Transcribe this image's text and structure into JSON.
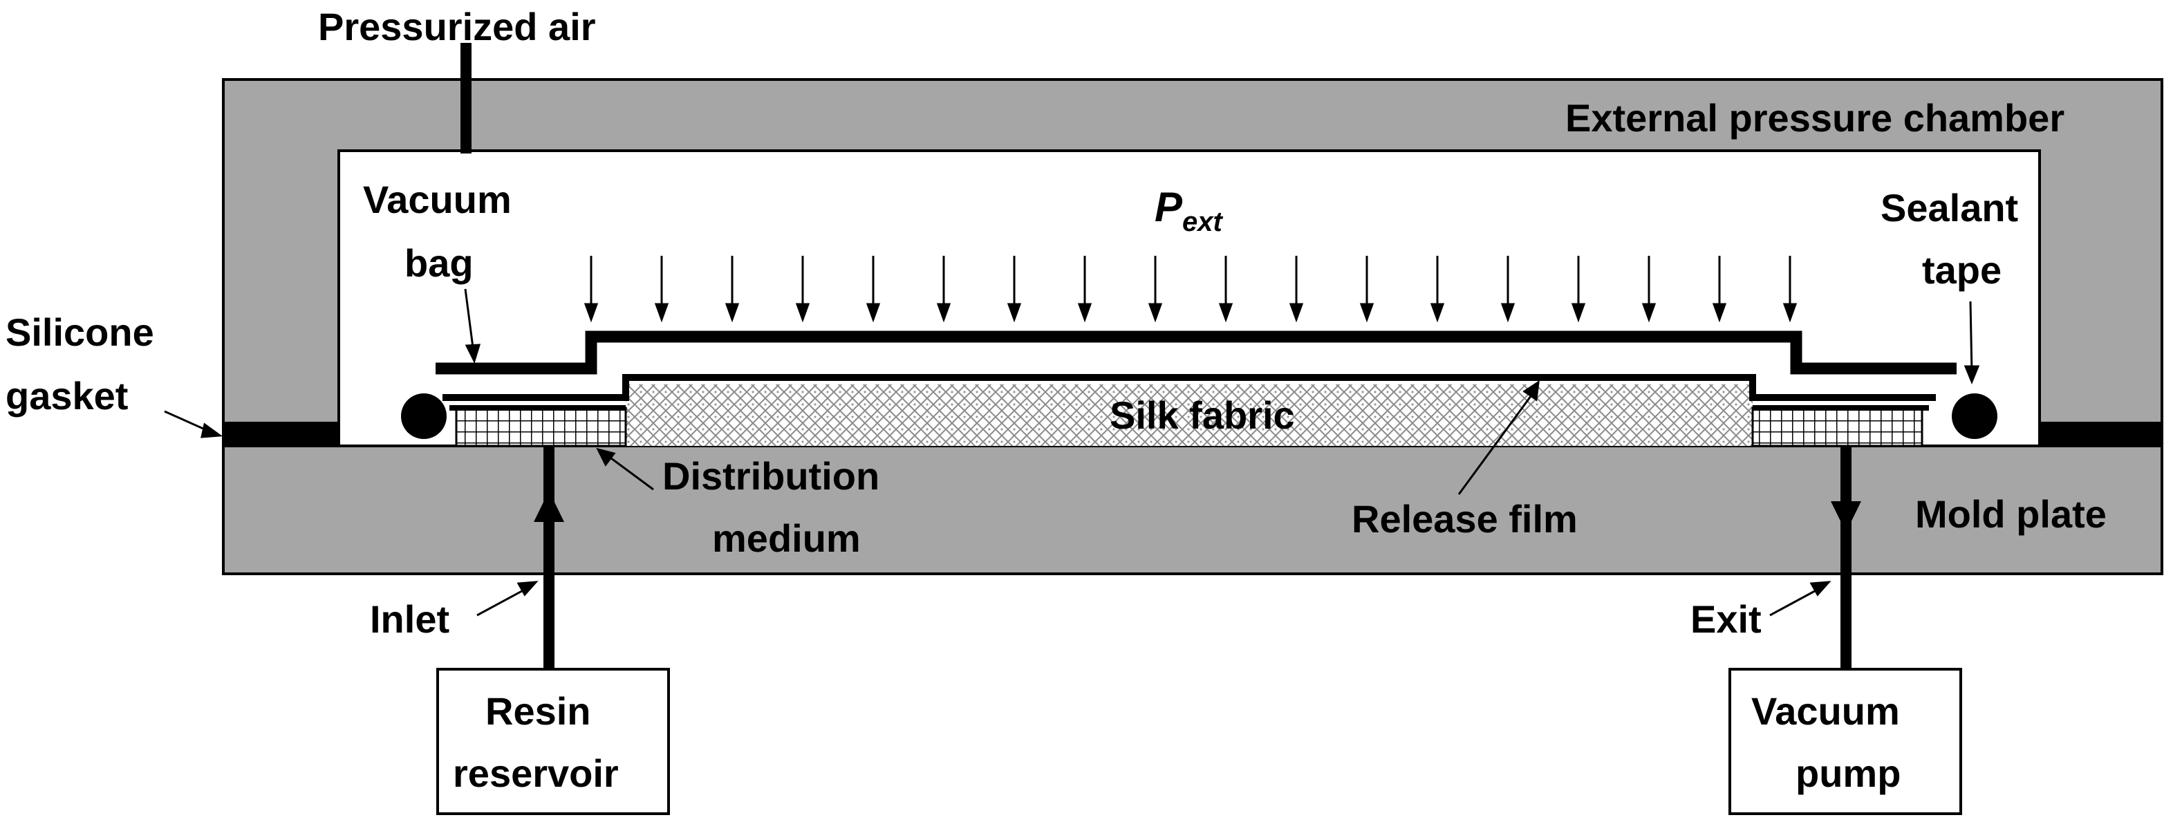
{
  "labels": {
    "pressurized_air": "Pressurized air",
    "external_pressure_chamber": "External pressure chamber",
    "vacuum_bag_line1": "Vacuum",
    "vacuum_bag_line2": "bag",
    "p_ext_main": "P",
    "p_ext_sub": "ext",
    "sealant_tape_line1": "Sealant",
    "sealant_tape_line2": "tape",
    "silicone_gasket_line1": "Silicone",
    "silicone_gasket_line2": "gasket",
    "silk_fabric": "Silk fabric",
    "distribution_medium_line1": "Distribution",
    "distribution_medium_line2": "medium",
    "release_film": "Release film",
    "mold_plate": "Mold plate",
    "inlet": "Inlet",
    "exit": "Exit",
    "resin_reservoir_line1": "Resin",
    "resin_reservoir_line2": "reservoir",
    "vacuum_pump_line1": "Vacuum",
    "vacuum_pump_line2": "pump"
  },
  "colors": {
    "chamber": "#a6a6a6",
    "outline": "#000000",
    "background": "#ffffff"
  }
}
